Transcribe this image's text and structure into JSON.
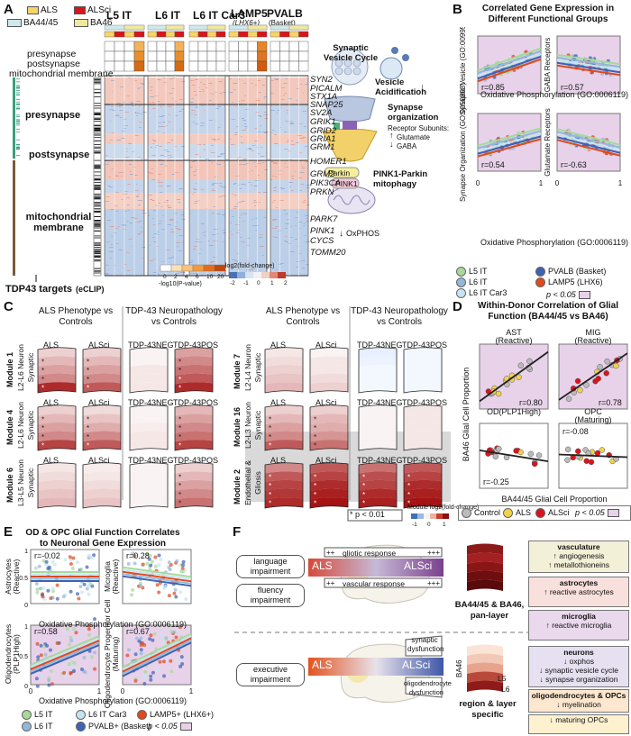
{
  "panels": {
    "A": "A",
    "B": "B",
    "C": "C",
    "D": "D",
    "E": "E",
    "F": "F"
  },
  "A": {
    "legend": {
      "als": "ALS",
      "alsci": "ALSci",
      "ba4445": "BA44/45",
      "ba46": "BA46"
    },
    "columns": [
      "L5 IT",
      "L6 IT",
      "L6 IT Car3",
      "LAMP5",
      "PVALB"
    ],
    "column_subs": [
      "",
      "",
      "",
      "(LHX6+)",
      "(Basket)"
    ],
    "row_terms": [
      "presynapse",
      "postsynapse",
      "mitochondrial membrane"
    ],
    "groups": [
      "presynapse",
      "postsynapse",
      "mitochondrial membrane"
    ],
    "genes": [
      "SYN2",
      "PICALM",
      "STX1A",
      "SNAP25",
      "SV2A",
      "GRIK1",
      "GRID2",
      "GRIA1",
      "GRM1",
      "HOMER1",
      "GRM2",
      "PIK3CA",
      "PRKN",
      "PARK7",
      "PINK1",
      "CYCS",
      "TOMM20"
    ],
    "tdp_label": "TDP43 targets",
    "tdp_sub": "(eCLIP)",
    "pval_scale": {
      "ticks": [
        "0",
        "2",
        "4",
        "6",
        "10",
        "20"
      ],
      "label": "-log10(P-value)"
    },
    "fc_scale": {
      "ticks": [
        "-2",
        "-1",
        "0",
        "1",
        "2"
      ],
      "label": "log2(fold-change)"
    },
    "illus": {
      "vesicle_title": "Synaptic Vesicle Cycle",
      "acid": "Vesicle Acidification",
      "org_title": "Synapse organization",
      "org_sub": "Receptor Subunits:",
      "glut": "Glutamate",
      "gaba": "GABA",
      "parkin": "Parkin",
      "pink1": "PINK1",
      "mito": "PINK1-Parkin mitophagy",
      "oxphos": "OxPHOS"
    }
  },
  "B": {
    "title": "Correlated Gene Expression in Different Functional Groups",
    "r_values": [
      "r=0.85",
      "r=0.57",
      "r=0.54",
      "r=-0.63"
    ],
    "ylabels": [
      "Synaptic Vesicle (GO:0099504)",
      "GABA Receptors",
      "Synapse Organization (GO:0050808)",
      "Glutamate Receptors"
    ],
    "xlabel": "Oxidative Phosphorylation (GO:0006119)",
    "ticks": [
      "0",
      "1"
    ],
    "legend": [
      {
        "label": "L5 IT",
        "color": "#a6d99a"
      },
      {
        "label": "L6 IT",
        "color": "#93b7d9"
      },
      {
        "label": "L6 IT Car3",
        "color": "#c5e4f3"
      },
      {
        "label": "PVALB (Basket)",
        "color": "#3d62b3"
      },
      {
        "label": "LAMP5 (LHX6)",
        "color": "#e0491e"
      }
    ],
    "sig": "p < 0.05"
  },
  "C": {
    "headers_left": [
      "ALS Phenotype vs Controls",
      "TDP-43 Neuropathology vs Controls"
    ],
    "headers_right": [
      "ALS Phenotype vs Controls",
      "TDP-43 Neuropathology vs Controls"
    ],
    "col_labels": [
      "ALS",
      "ALSci",
      "TDP-43NEG",
      "TDP-43POS"
    ],
    "modules_left": [
      {
        "name": "Module 1",
        "desc": "L2-L6 Neuron Synaptic"
      },
      {
        "name": "Module 4",
        "desc": "L2-L6 Neuron Synaptic"
      },
      {
        "name": "Module 6",
        "desc": "L3-L5 Neuron Synaptic"
      }
    ],
    "modules_right": [
      {
        "name": "Module 7",
        "desc": "L2-L4 Neuron Synaptic"
      },
      {
        "name": "Module 16",
        "desc": "L2-L3 Neuron Synaptic"
      },
      {
        "name": "Module 2",
        "desc": "Endothelial & Gliosis"
      }
    ],
    "sig": "* p < 0.01",
    "scale_label": "Module log2(fold-change)",
    "scale_ticks": [
      "-1",
      "0",
      "1"
    ]
  },
  "D": {
    "title": "Within-Donor Correlation of Glial Function (BA44/45 vs BA46)",
    "subtitles": [
      "AST (Reactive)",
      "MIG (Reactive)",
      "OD(PLP1High)",
      "OPC (Maturing)"
    ],
    "r_values": [
      "r=0.80",
      "r=0.78",
      "r=-0.25",
      "r=-0.08"
    ],
    "ylabel": "BA46 Glial Cell Proportion",
    "xlabel": "BA44/45 Glial Cell Proportion",
    "legend": [
      {
        "label": "Control",
        "color": "#bbbbbb"
      },
      {
        "label": "ALS",
        "color": "#f1d24a"
      },
      {
        "label": "ALSci",
        "color": "#d9141c"
      }
    ],
    "sig": "p < 0.05"
  },
  "E": {
    "title": "OD & OPC Glial Function Correlates to Neuronal Gene Expression",
    "ylabels": [
      "Astrocytes (Reactive)",
      "Microglia (Reactive)",
      "Oligodendrocytes (PLP1High)",
      "Oligodendrocyte Progenitor Cell (Maturing)"
    ],
    "r_values": [
      "r=-0.02",
      "r=0.28",
      "r=0.58",
      "r=0.67"
    ],
    "xlabel": "Oxidative Phosphorylation (GO:0006119)",
    "yticks": [
      "1",
      "0.5",
      "0"
    ],
    "xticks": [
      "0",
      "1"
    ],
    "legend": [
      {
        "label": "L5 IT",
        "color": "#a6d99a"
      },
      {
        "label": "L6 IT Car3",
        "color": "#c5e4f3"
      },
      {
        "label": "LAMP5+ (LHX6+)",
        "color": "#e0491e"
      },
      {
        "label": "L6 IT",
        "color": "#93b7d9"
      },
      {
        "label": "PVALB+ (Basket)",
        "color": "#3d62b3"
      }
    ],
    "sig": "p < 0.05"
  },
  "F": {
    "top_left": [
      "language impairment",
      "fluency impairment"
    ],
    "bottom_left": [
      "executive impairment"
    ],
    "bar_als": "ALS",
    "bar_alsci": "ALSci",
    "gliotic": "gliotic response",
    "vascular": "vascular response",
    "synaptic": "synaptic dysfunction",
    "oligo": "oligodendrocyte dysfunction",
    "region_top": "BA44/45 & BA46, pan-layer",
    "region_bottom": "region & layer specific",
    "layer_labels": [
      "BA46",
      "L5",
      "L6"
    ],
    "right_top": [
      {
        "title": "vasculature",
        "items": [
          "angiogenesis",
          "metallothioneins"
        ],
        "color": "#f3f0d8"
      },
      {
        "title": "astrocytes",
        "items": [
          "reactive astrocytes"
        ],
        "color": "#f8e0dc"
      },
      {
        "title": "microglia",
        "items": [
          "reactive microglia"
        ],
        "color": "#ead8ec"
      }
    ],
    "right_bottom": [
      {
        "title": "neurons",
        "items": [
          "oxphos",
          "synaptic vesicle cycle",
          "synapse organization"
        ],
        "color": "#e6e0f0"
      },
      {
        "title": "oligodendrocytes & OPCs",
        "items": [
          "myelination"
        ],
        "color": "#fde7cf"
      },
      {
        "title": "",
        "items": [
          "maturing OPCs"
        ],
        "color": "#fdf1d0"
      }
    ]
  }
}
